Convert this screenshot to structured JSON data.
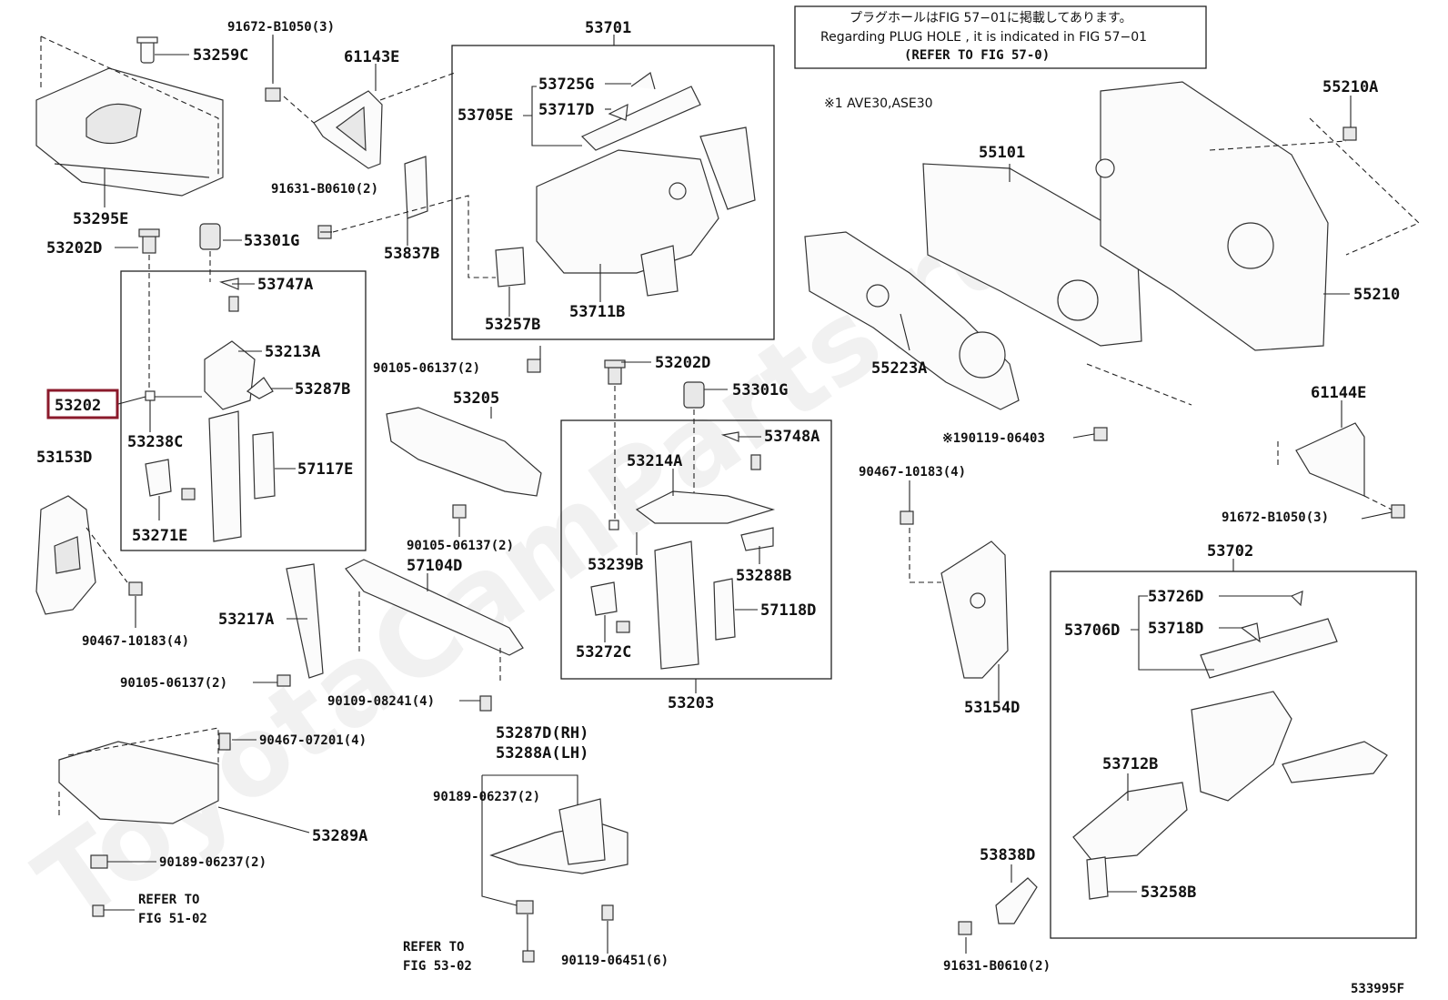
{
  "header_note": {
    "line1": "プラグホールはFIG 57−01に掲載してあります。",
    "line2": "Regarding PLUG HOLE , it is indicated in FIG 57−01",
    "line3": "(REFER TO FIG 57-0)"
  },
  "footnote": "※1 AVE30,ASE30",
  "diagram_id": "533995F",
  "selected_part": "53202",
  "watermark": "ToyotaCamParts.ru",
  "labels": {
    "p53259C": "53259C",
    "p91672B1050_a": "91672-B1050(3)",
    "p61143E": "61143E",
    "p53701": "53701",
    "p53295E": "53295E",
    "p53202D_a": "53202D",
    "p53301G_a": "53301G",
    "p91631B0610_a": "91631-B0610(2)",
    "p53837B": "53837B",
    "p53725G": "53725G",
    "p53705E": "53705E",
    "p53717D": "53717D",
    "p53257B": "53257B",
    "p53711B": "53711B",
    "p53747A": "53747A",
    "p53213A": "53213A",
    "p53287B": "53287B",
    "p53238C": "53238C",
    "p57117E": "57117E",
    "p53153D": "53153D",
    "p53271E": "53271E",
    "p90467_10183_a": "90467-10183(4)",
    "p90105_06137_a": "90105-06137(2)",
    "p53205": "53205",
    "p90105_06137_b": "90105-06137(2)",
    "p53202D_b": "53202D",
    "p53301G_b": "53301G",
    "p53748A": "53748A",
    "p53214A": "53214A",
    "p53239B": "53239B",
    "p53288B": "53288B",
    "p57118D": "57118D",
    "p53272C": "53272C",
    "p53203": "53203",
    "p57104D": "57104D",
    "p53217A": "53217A",
    "p90105_06137_c": "90105-06137(2)",
    "p90109_08241": "90109-08241(4)",
    "p90467_07201": "90467-07201(4)",
    "p53289A": "53289A",
    "p90189_06237_a": "90189-06237(2)",
    "p53287D": "53287D(RH)",
    "p53288A": "53288A(LH)",
    "p90189_06237_b": "90189-06237(2)",
    "p90119_06451": "90119-06451(6)",
    "p55210A": "55210A",
    "p55101": "55101",
    "p55210": "55210",
    "p55223A": "55223A",
    "p90119_06403": "※190119-06403",
    "p61144E": "61144E",
    "p90467_10183_b": "90467-10183(4)",
    "p91672B1050_b": "91672-B1050(3)",
    "p53702": "53702",
    "p53726D": "53726D",
    "p53706D": "53706D",
    "p53718D": "53718D",
    "p53154D": "53154D",
    "p53712B": "53712B",
    "p53838D": "53838D",
    "p53258B": "53258B",
    "p91631B0610_b": "91631-B0610(2)"
  },
  "refer": {
    "r1_line1": "REFER TO",
    "r1_line2": "FIG 51-02",
    "r2_line1": "REFER TO",
    "r2_line2": "FIG 53-02"
  },
  "colors": {
    "highlight": "#8b1a2b",
    "ink": "#222222"
  }
}
